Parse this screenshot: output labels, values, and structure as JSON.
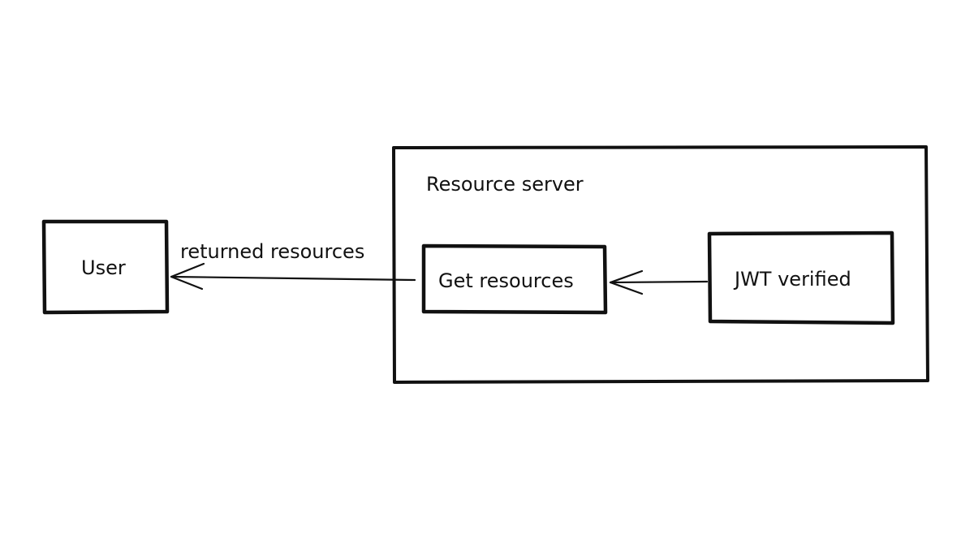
{
  "diagram": {
    "container": {
      "title": "Resource server"
    },
    "nodes": {
      "user": "User",
      "get_resources": "Get resources",
      "jwt_verified": "JWT verified"
    },
    "edges": {
      "returned_resources": "returned resources"
    }
  }
}
